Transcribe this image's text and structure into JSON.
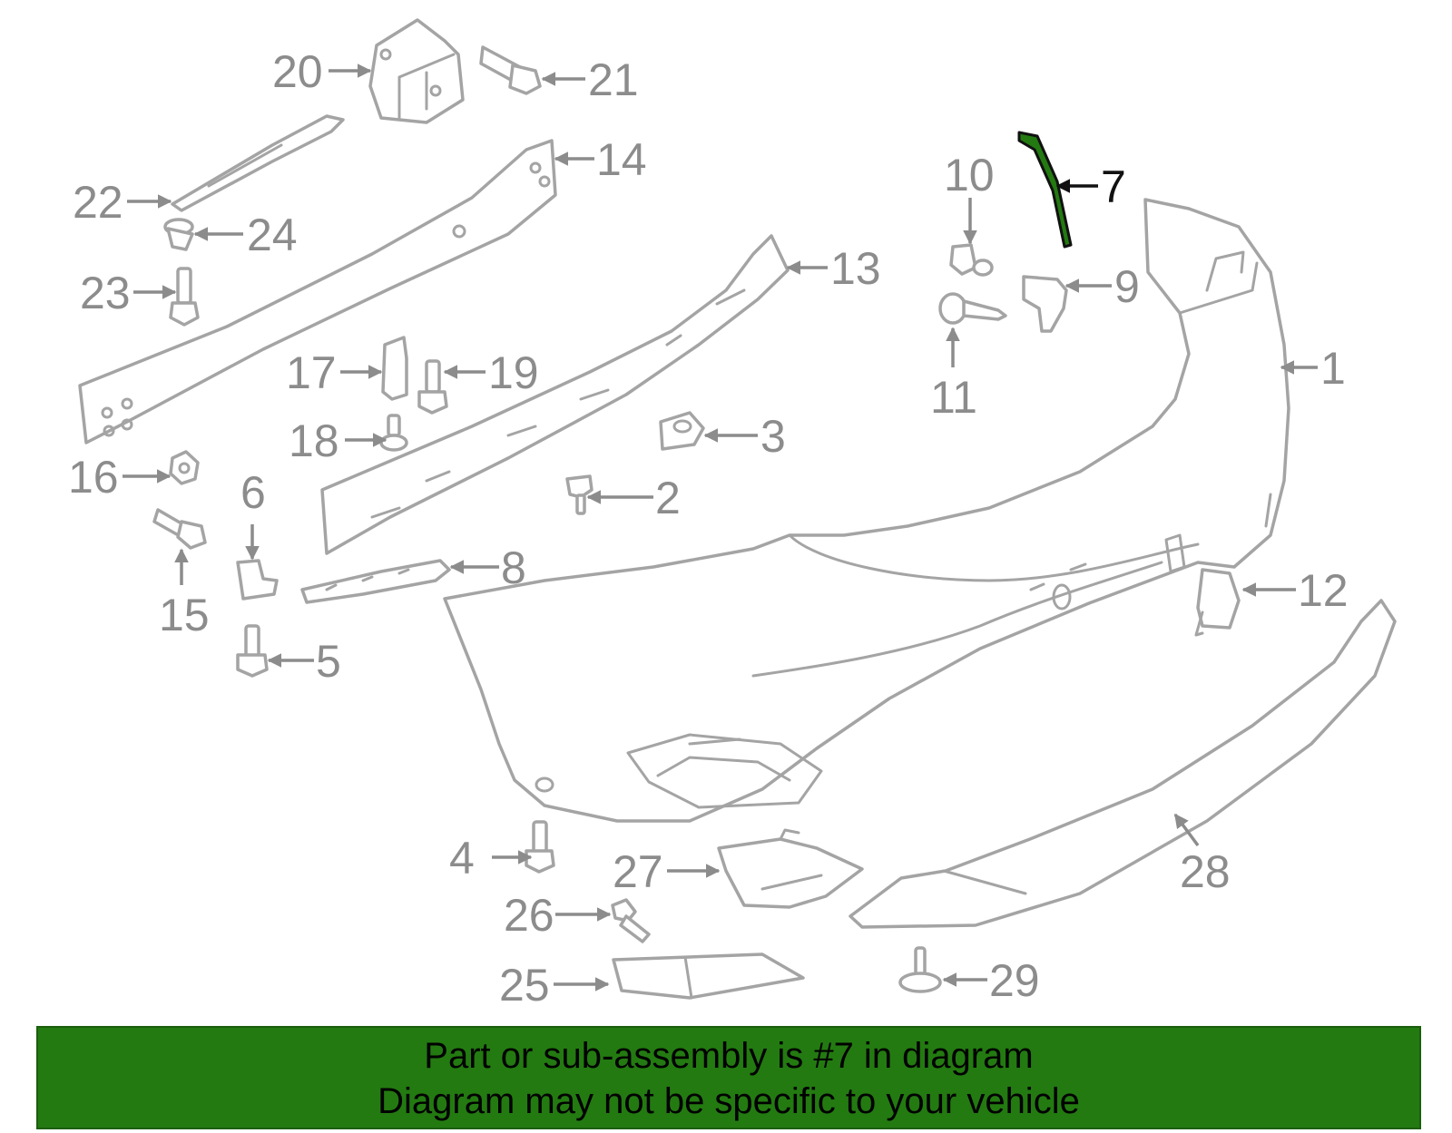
{
  "diagram": {
    "highlight_color": "#237a11",
    "highlighted_part": "7",
    "part_labels": [
      "1",
      "2",
      "3",
      "4",
      "5",
      "6",
      "7",
      "8",
      "9",
      "10",
      "11",
      "12",
      "13",
      "14",
      "15",
      "16",
      "17",
      "18",
      "19",
      "20",
      "21",
      "22",
      "23",
      "24",
      "25",
      "26",
      "27",
      "28",
      "29"
    ]
  },
  "banner": {
    "background": "#237a11",
    "line1": "Part or sub-assembly is #7 in diagram",
    "line2": "Diagram may not be specific to your vehicle"
  }
}
